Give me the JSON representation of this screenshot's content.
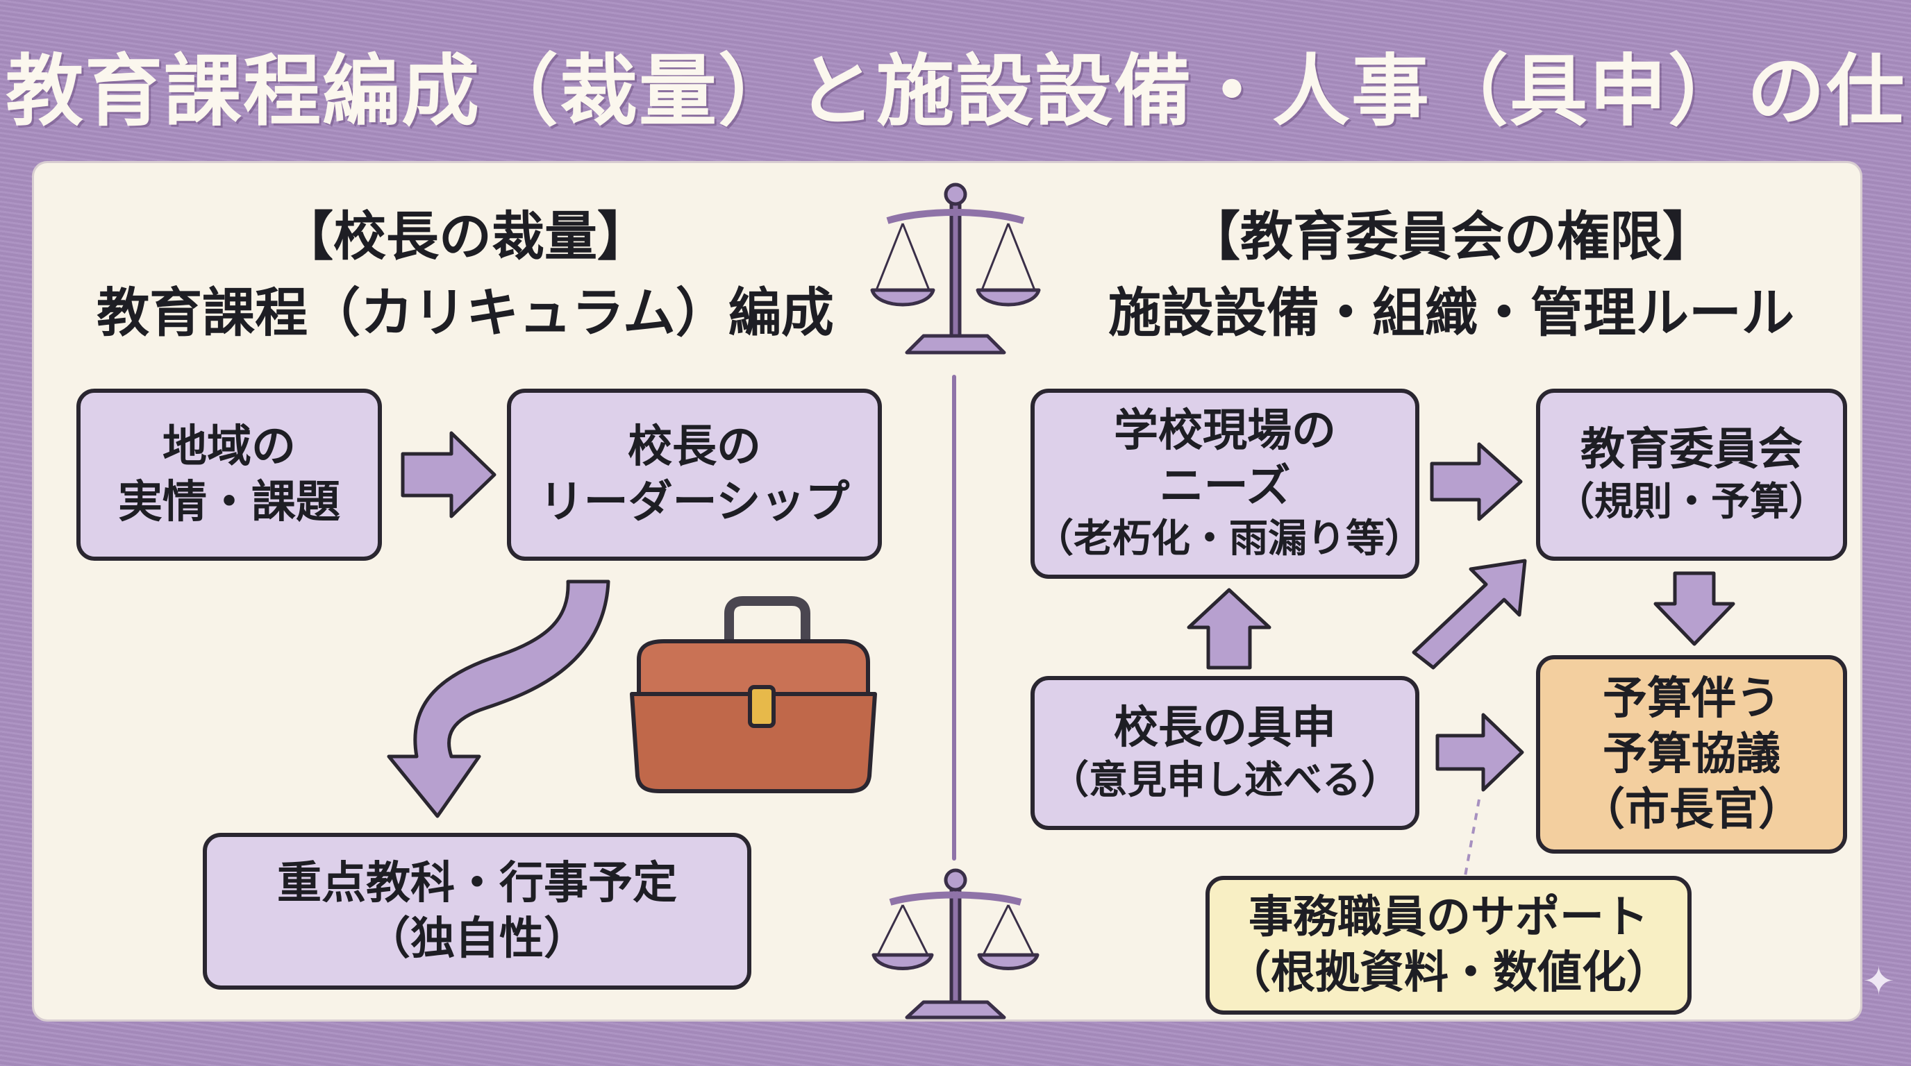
{
  "title": "教育課程編成（裁量）と施設設備・人事（具申）の仕組み",
  "left": {
    "heading_line1": "【校長の裁量】",
    "heading_line2": "教育課程（カリキュラム）編成",
    "box_local": {
      "line1": "地域の",
      "line2": "実情・課題"
    },
    "box_leadership": {
      "line1": "校長の",
      "line2": "リーダーシップ"
    },
    "box_result": {
      "line1": "重点教科・行事予定",
      "line2": "（独自性）"
    }
  },
  "right": {
    "heading_line1": "【教育委員会の権限】",
    "heading_line2": "施設設備・組織・管理ルール",
    "box_needs": {
      "line1": "学校現場の",
      "line2": "ニーズ",
      "line3": "（老朽化・雨漏り等）"
    },
    "box_board": {
      "line1": "教育委員会",
      "line2": "（規則・予算）"
    },
    "box_proposal": {
      "line1": "校長の具申",
      "line2": "（意見申し述べる）"
    },
    "box_budget": {
      "line1": "予算伴う",
      "line2": "予算協議",
      "line3": "（市長官）"
    },
    "box_support": {
      "line1": "事務職員のサポート",
      "line2": "（根拠資料・数値化）"
    }
  },
  "colors": {
    "frame": "#a88dbf",
    "panel": "#f8f3e8",
    "box": "#ddd0ea",
    "arrow": "#b7a0cf",
    "orange_box": "#f3cf9f",
    "yellow_box": "#f8efc4",
    "toolbox": "#c0684a"
  },
  "icons": [
    "scale-icon",
    "toolbox-icon",
    "sparkle-icon"
  ]
}
